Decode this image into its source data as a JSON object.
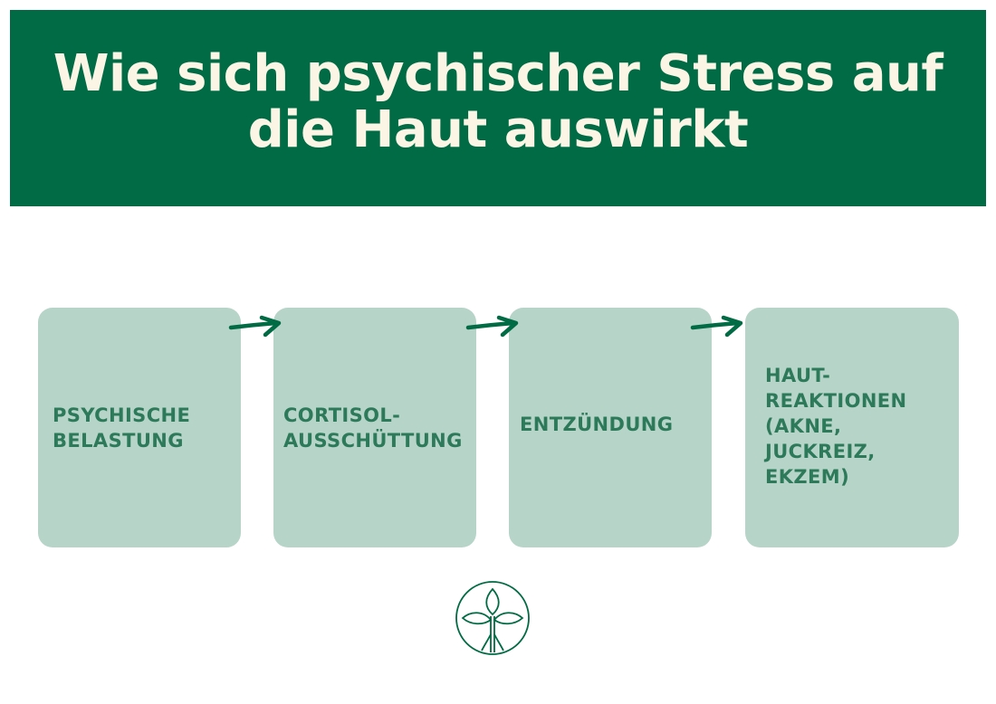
{
  "header": {
    "title": "Wie sich psychischer Stress auf die Haut auswirkt"
  },
  "colors": {
    "header_bg": "#006b44",
    "title_text": "#fbf5e6",
    "box_bg": "#b7d4c9",
    "box_text": "#2d7a5b",
    "arrow": "#006b44"
  },
  "steps": [
    {
      "label": "PSYCHISCHE\nBELASTUNG"
    },
    {
      "label": "CORTISOL-\nAUSSCHÜTTUNG"
    },
    {
      "label": "ENTZÜNDUNG"
    },
    {
      "label": "HAUT-\nREAKTIONEN\n(AKNE,\nJUCKREIZ,\nEKZEM)"
    }
  ],
  "icons": {
    "arrow": "arrow-right-icon",
    "logo": "leaf-circle-logo-icon"
  }
}
